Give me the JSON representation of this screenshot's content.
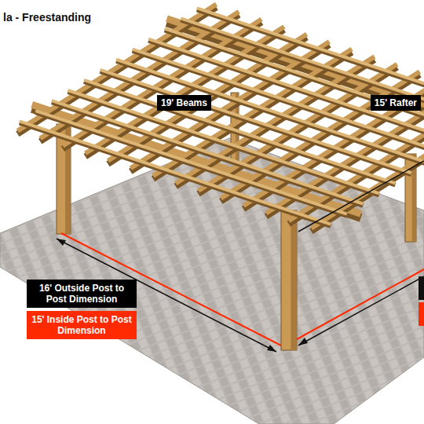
{
  "diagram": {
    "title": "la - Freestanding",
    "nodes": [
      {
        "text": [
          "19' Beams"
        ]
      },
      {
        "text": [
          "15' Rafter"
        ]
      },
      {
        "text": [
          "16' Outside Post to Post Dimension"
        ]
      },
      {
        "text": [
          "15' Inside Post to Post Dimension"
        ]
      }
    ]
  }
}
